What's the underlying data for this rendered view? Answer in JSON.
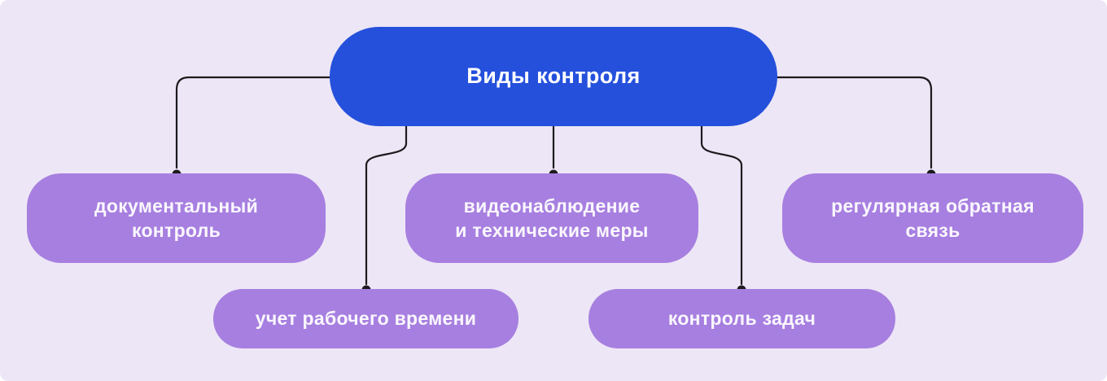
{
  "diagram": {
    "type": "hierarchy",
    "background_color": "#EDE6F6",
    "root": {
      "id": "types-of-control",
      "label": "Виды контроля",
      "color": "#2550DC",
      "text_color": "#FFFFFF"
    },
    "leaf_color": "#A77FE0",
    "leaf_text_color": "#FAF7FE",
    "connector_color": "#1C1B1E",
    "nodes": [
      {
        "id": "documentary-control",
        "label": "документальный\nконтроль"
      },
      {
        "id": "video-surveillance",
        "label": "видеонаблюдение\nи технические меры"
      },
      {
        "id": "regular-feedback",
        "label": "регулярная обратная\nсвязь"
      },
      {
        "id": "time-tracking",
        "label": "учет рабочего времени"
      },
      {
        "id": "task-control",
        "label": "контроль задач"
      }
    ]
  }
}
